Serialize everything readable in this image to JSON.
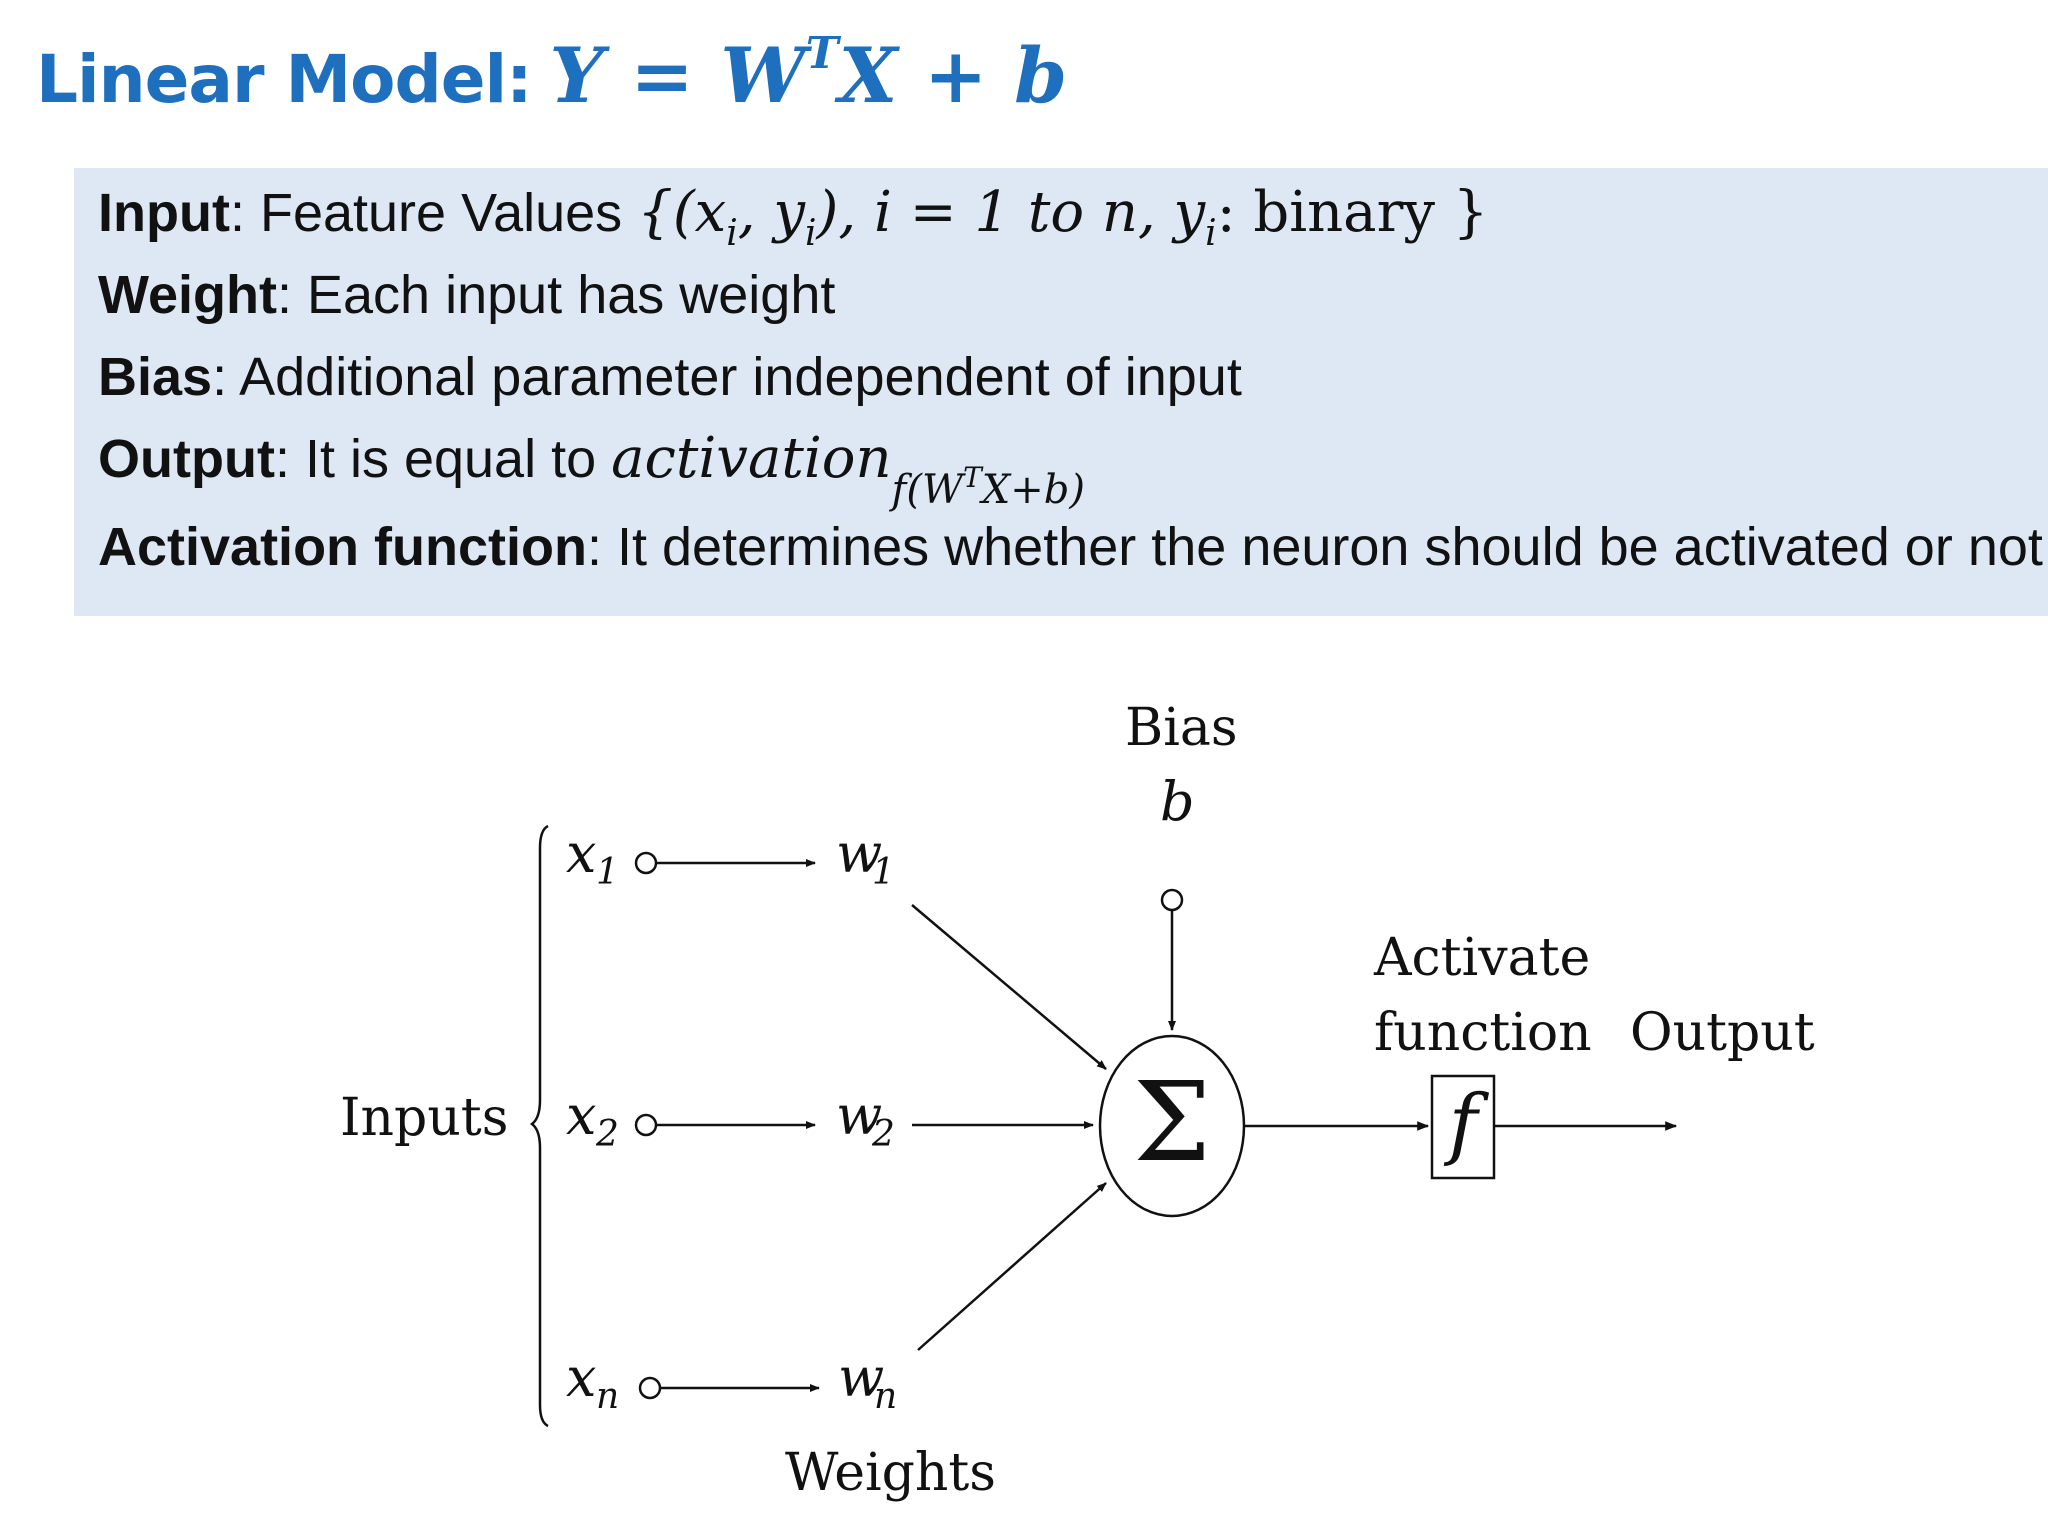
{
  "title": {
    "label": "Linear Model:",
    "equation_left": "Y = W",
    "equation_sup": "T",
    "equation_right": "X + b"
  },
  "info": {
    "input": {
      "label": "Input",
      "sep": ":",
      "text": " Feature Values ",
      "math_open": "{(x",
      "sub_i1": "i",
      "math_mid": ", y",
      "sub_i2": "i",
      "math_mid2": "), i = 1 to n, y",
      "sub_i3": "i",
      "math_tail": ": binary }"
    },
    "weight": {
      "label": "Weight",
      "sep": ":",
      "text": " Each input has weight"
    },
    "bias": {
      "label": "Bias",
      "sep": ":",
      "text": " Additional parameter independent of input"
    },
    "output": {
      "label": "Output",
      "sep": ":",
      "text": " It is equal to ",
      "math": "activation",
      "sub_f": "f(W",
      "sub_sup": "T",
      "sub_rest": "X+b)"
    },
    "activation": {
      "label": "Activation function",
      "sep": ":",
      "text": " It determines whether the neuron should be activated or not"
    }
  },
  "diagram": {
    "inputs_label": "Inputs",
    "weights_label": "Weights",
    "bias_label": "Bias",
    "bias_symbol": "b",
    "sum_symbol": "Σ",
    "activate_label_1": "Activate",
    "activate_label_2": "function",
    "activation_symbol": "f",
    "output_label": "Output",
    "inputs": [
      {
        "var": "x",
        "sub": "1",
        "weight": "w",
        "wsub": "1"
      },
      {
        "var": "x",
        "sub": "2",
        "weight": "w",
        "wsub": "2"
      },
      {
        "var": "x",
        "sub": "n",
        "weight": "w",
        "wsub": "n"
      }
    ]
  }
}
